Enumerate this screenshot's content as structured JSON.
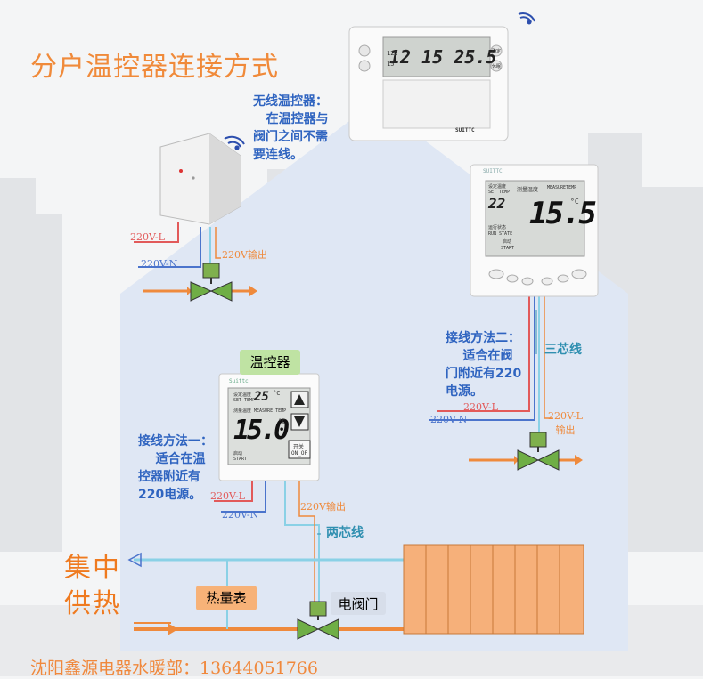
{
  "title": "分户温控器连接方式",
  "wireless_note": "无线温控器：\n   在温控器与\n阀门之间不需\n要连线。",
  "method1_note": "接线方法一：\n    适合在温\n控器附近有\n220电源。",
  "method2_note": "接线方法二：\n    适合在阀\n门附近有220\n电源。",
  "labels": {
    "w_l": "220V-L",
    "w_n": "220V-N",
    "w_out": "220V输出",
    "m1_l": "220V-L",
    "m1_n": "220V-N",
    "m1_out": "220V输出",
    "m2_l": "220V-L",
    "m2_n": "220V-N",
    "m2_lout": "220V-L\n输出"
  },
  "two_core": "两芯线",
  "three_core": "三芯线",
  "thermostat_tag": "温控器",
  "heat_meter": "热量表",
  "valve_label": "电阀门",
  "central_heating": [
    "集中",
    "供热"
  ],
  "footer": "沈阳鑫源电器水暖部：13644051766",
  "colors": {
    "orange": "#ef8a3c",
    "red": "#e25a5a",
    "blue": "#4b74cc",
    "teal": "#2f8fb0",
    "green": "#6fae45",
    "radiator": "#f6b07a"
  },
  "devices": {
    "top": {
      "brand": "SUITTC",
      "display": "12 15 25.5",
      "small_left": "122",
      "small_left2": "15",
      "btn_r1": "确定",
      "btn_r2": "休眠"
    },
    "right": {
      "brand": "SUITTC",
      "set_label": "设定温度",
      "set_label_en": "SET TEMP",
      "measure_label": "测量温度",
      "measure_label_en": "MEASURETEMP",
      "set_value": "22",
      "measure_value": "15.5",
      "unit": "°C",
      "state_label": "运行状态",
      "state_en": "RUN STATE",
      "start": "启动",
      "start_en": "START"
    },
    "left": {
      "brand": "Suittc",
      "set_label": "设定温度",
      "set_en": "SET TEMP",
      "set_value": "25",
      "unit": "°C",
      "measure_label": "测量温度 MEASURE TEMP",
      "measure_value": "15.0",
      "start": "启动",
      "start_en": "START",
      "onoff": "开关",
      "onoff_en": "ON_OF"
    }
  }
}
